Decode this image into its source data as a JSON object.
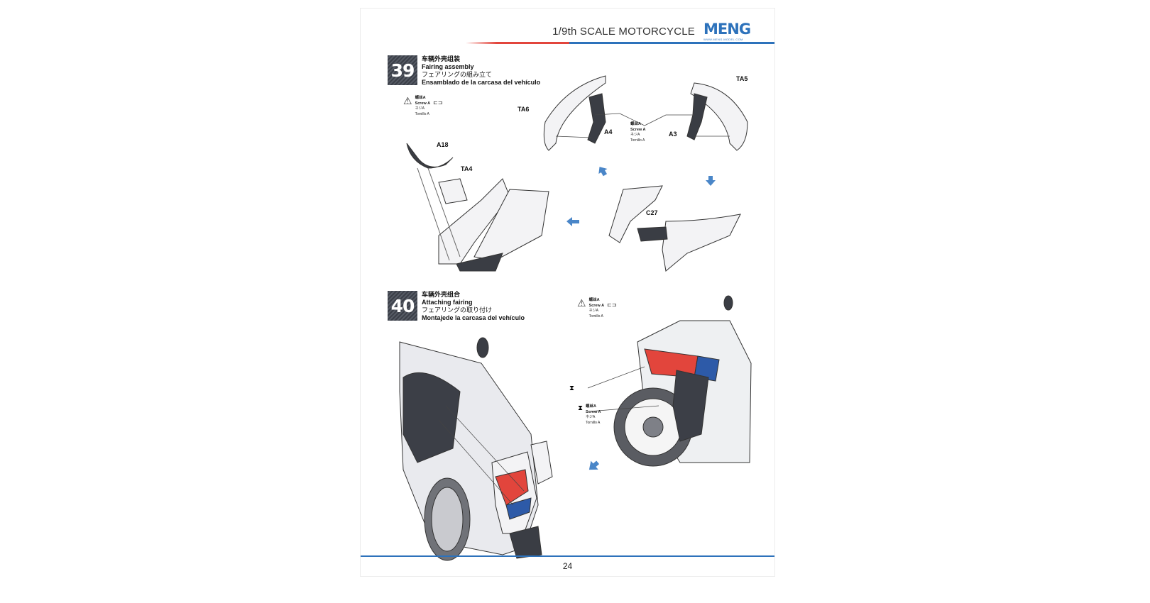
{
  "header": {
    "title": "1/9th SCALE MOTORCYCLE",
    "logo": "MENG",
    "logo_url_text": "WWW.MENG-MODEL.COM"
  },
  "steps": [
    {
      "number": "39",
      "zh": "车辆外壳组装",
      "en": "Fairing assembly",
      "ja": "フェアリングの組み立て",
      "es": "Ensamblado de la carcasa del vehículo"
    },
    {
      "number": "40",
      "zh": "车辆外壳组合",
      "en": "Attaching fairing",
      "ja": "フェアリングの取り付け",
      "es": "Montajede la carcasa del vehículo"
    }
  ],
  "screw": {
    "zh": "螺丝A",
    "en": "Screw A",
    "ja": "ネジA",
    "es": "Tornillo A"
  },
  "parts": [
    "TA5",
    "TA6",
    "A4",
    "A3",
    "A18",
    "TA4",
    "C27"
  ],
  "colors": {
    "accent_blue": "#2d72bb",
    "accent_red": "#e2453c"
  },
  "footer": {
    "page_number": "24"
  }
}
